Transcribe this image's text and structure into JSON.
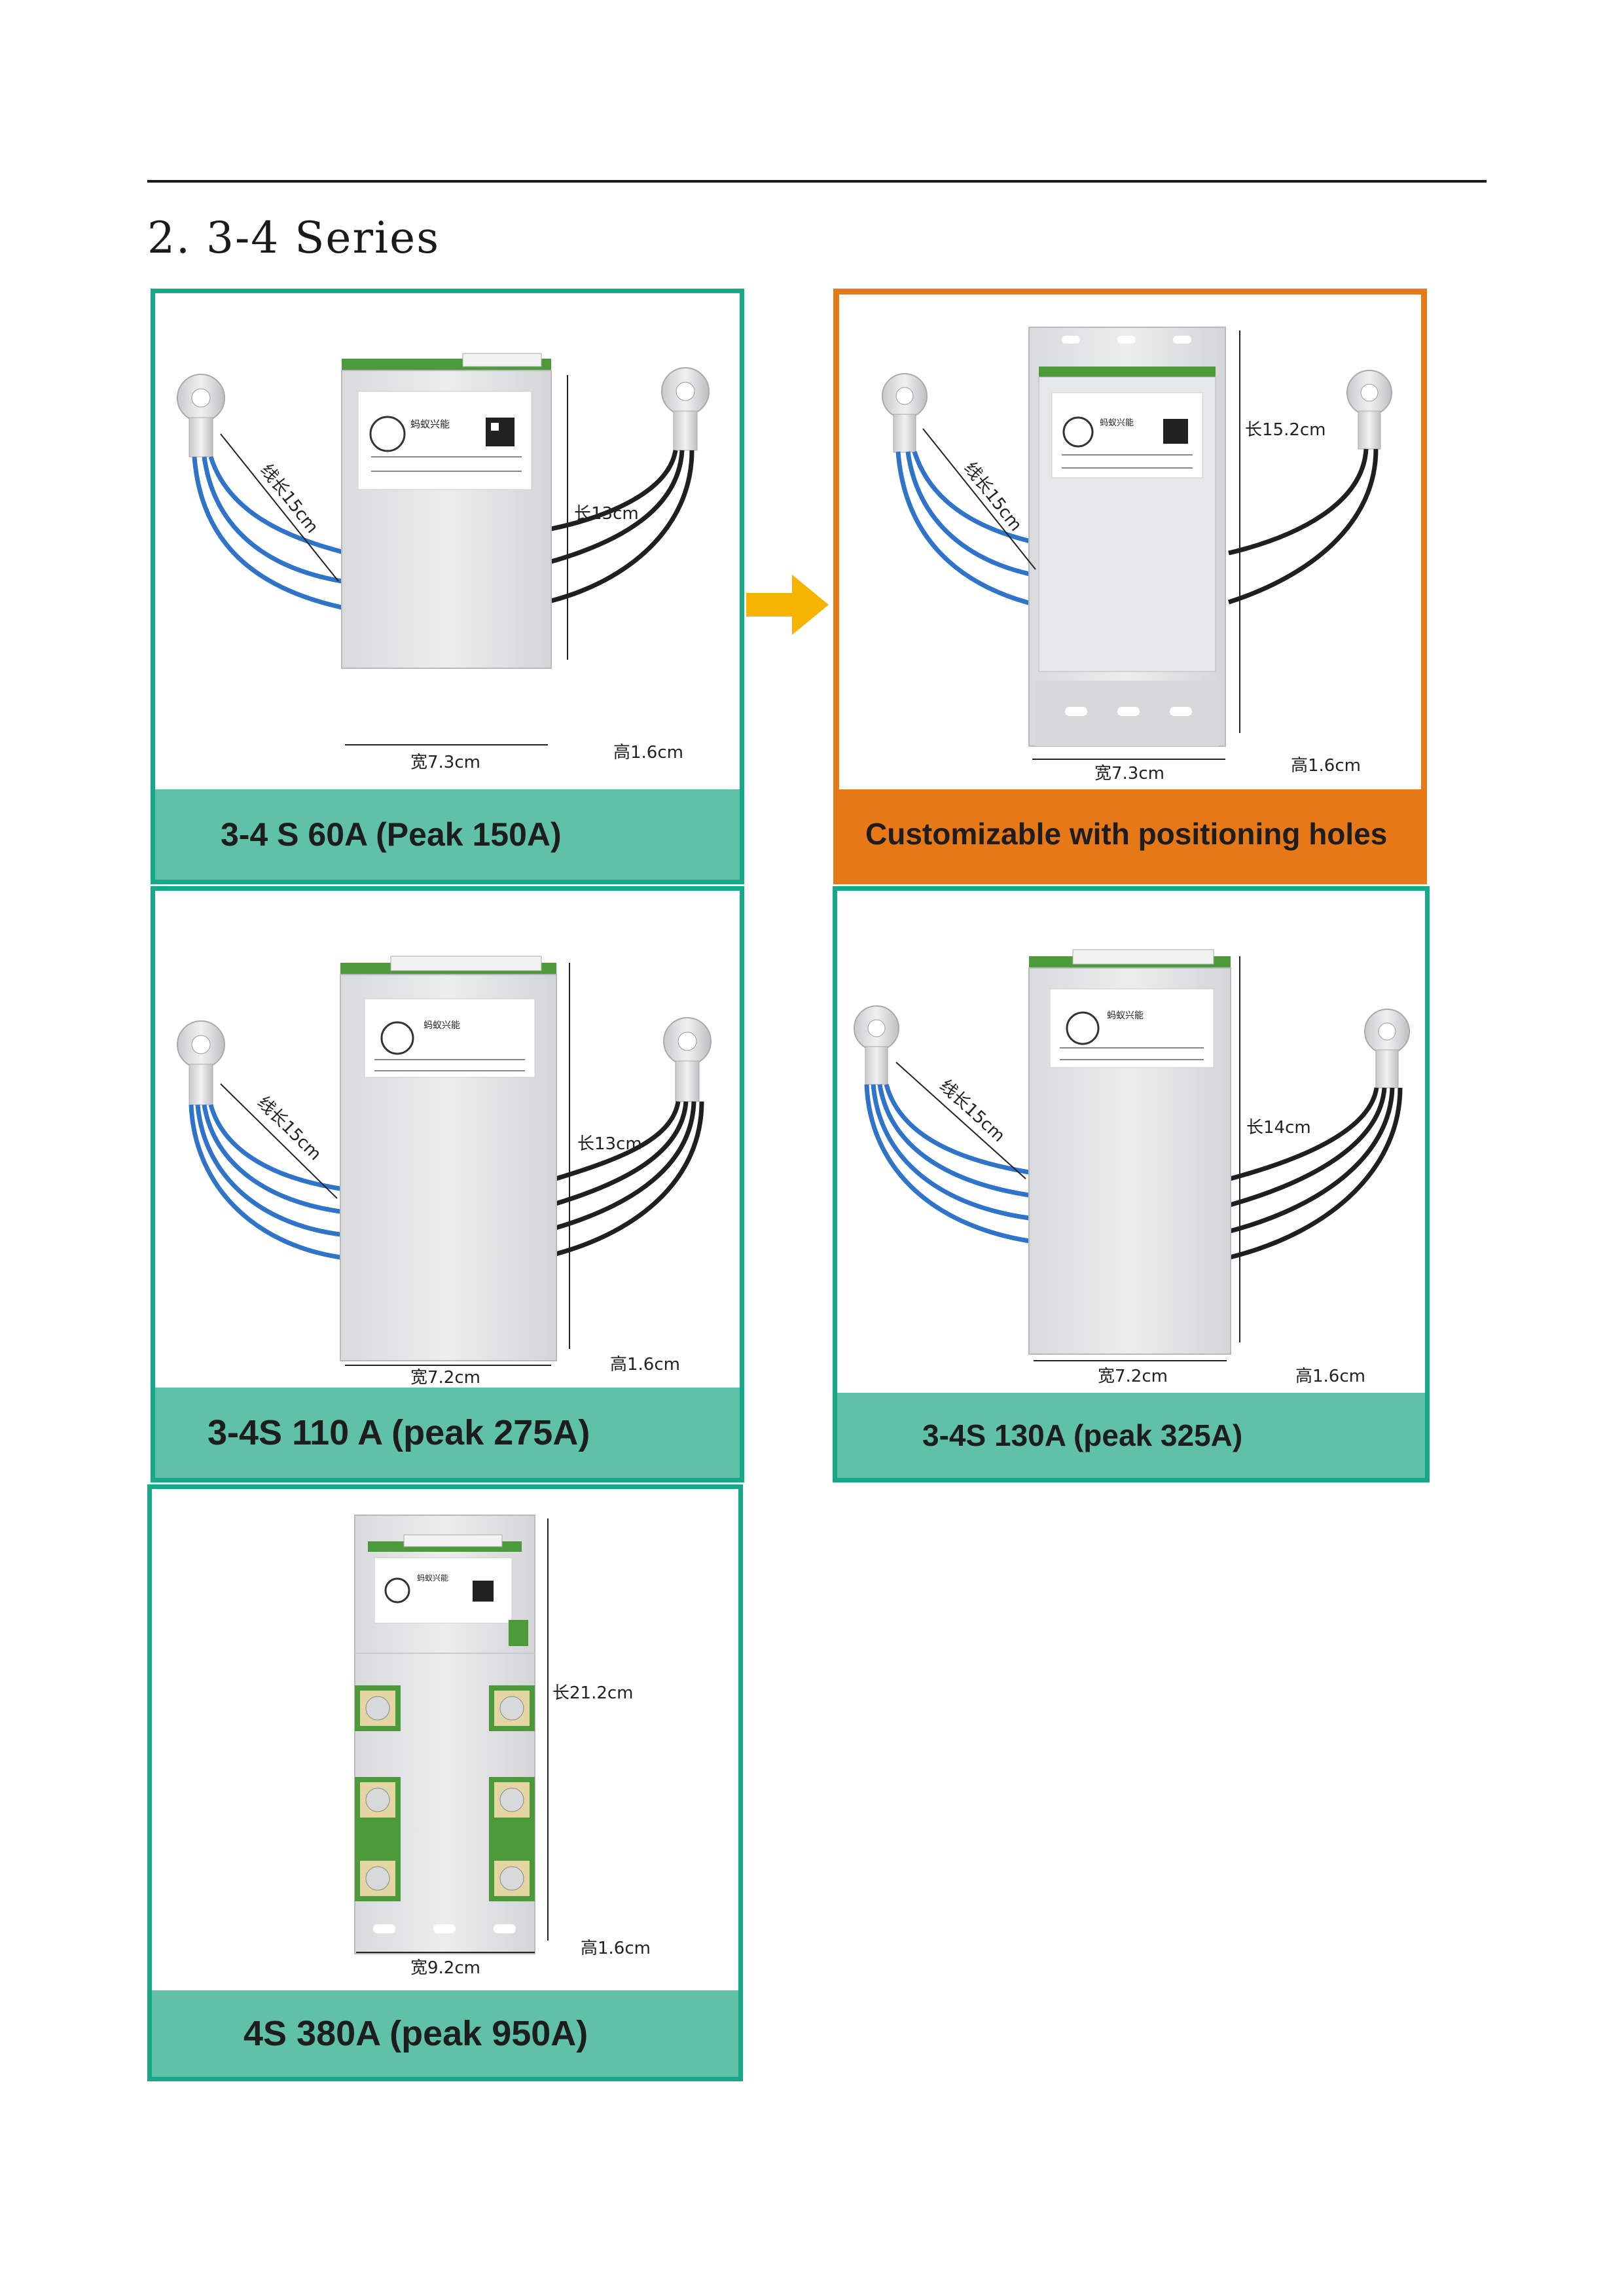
{
  "section": {
    "title": "2. 3-4 Series"
  },
  "colors": {
    "green_border": "#17a889",
    "orange_border": "#e67817",
    "teal_banner": "#5fc1a8",
    "orange_banner": "#e67817",
    "arrow": "#f6b400"
  },
  "cards": [
    {
      "caption": "3-4 S 60A (Peak 150A)",
      "length_label": "长13cm",
      "wire_label": "线长15cm",
      "width_label": "宽7.3cm",
      "height_label": "高1.6cm",
      "brand": "蚂蚁兴能"
    },
    {
      "caption": "Customizable with positioning holes",
      "length_label": "长15.2cm",
      "wire_label": "线长15cm",
      "width_label": "宽7.3cm",
      "height_label": "高1.6cm",
      "brand": "蚂蚁兴能"
    },
    {
      "caption": "3-4S  110 A   (peak 275A)",
      "length_label": "长13cm",
      "wire_label": "线长15cm",
      "width_label": "宽7.2cm",
      "height_label": "高1.6cm",
      "brand": "蚂蚁兴能"
    },
    {
      "caption": "3-4S  130A (peak 325A)",
      "length_label": "长14cm",
      "wire_label": "线长15cm",
      "width_label": "宽7.2cm",
      "height_label": "高1.6cm",
      "brand": "蚂蚁兴能"
    },
    {
      "caption": "4S 380A   (peak 950A)",
      "length_label": "长21.2cm",
      "width_label": "宽9.2cm",
      "height_label": "高1.6cm",
      "brand": "蚂蚁兴能"
    }
  ]
}
